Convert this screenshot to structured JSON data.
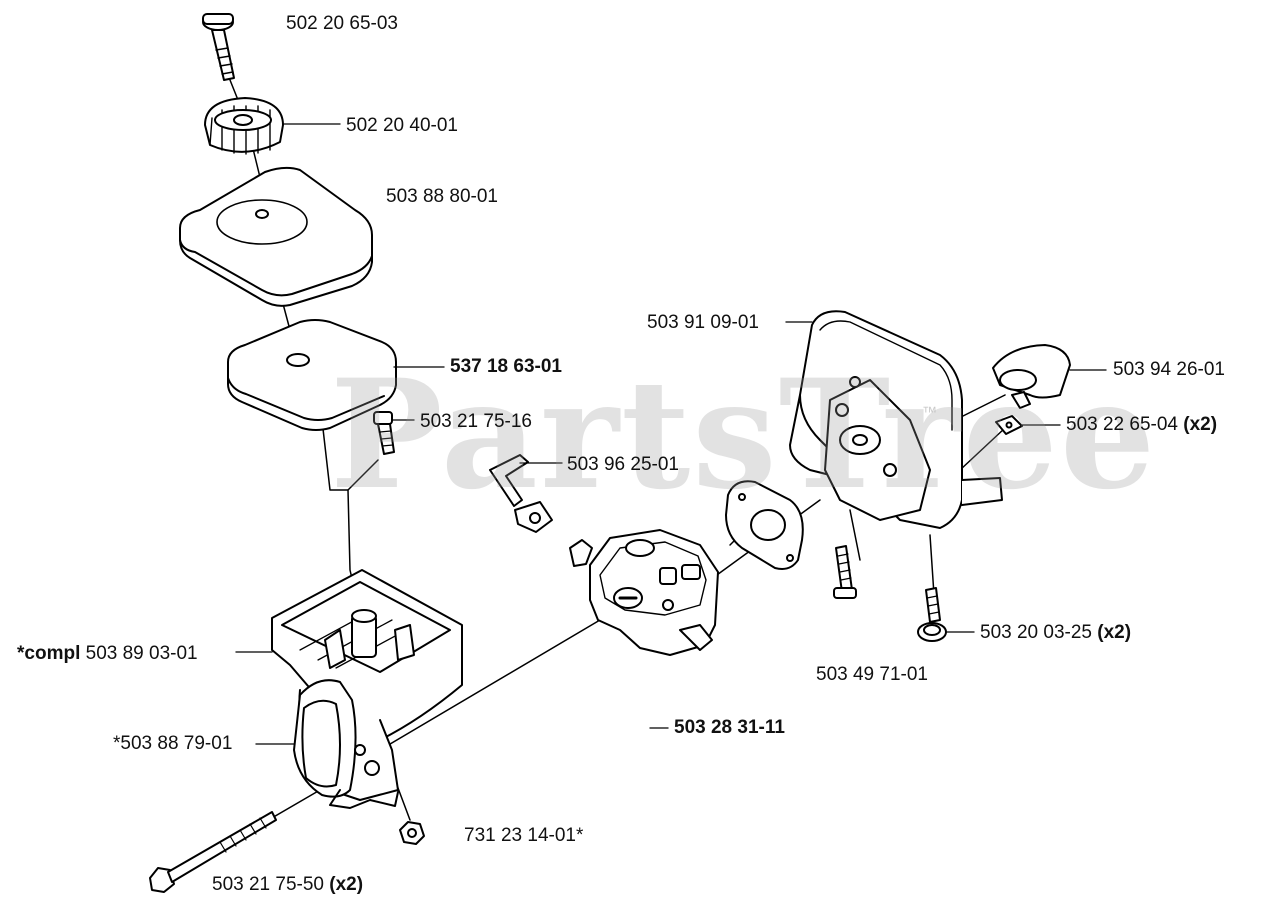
{
  "watermark": {
    "text": "PartsTree",
    "tm": "™"
  },
  "labels": {
    "p1": {
      "text": "502 20 65-03"
    },
    "p2": {
      "text": "502 20 40-01"
    },
    "p3": {
      "text": "503 88 80-01"
    },
    "p4": {
      "text": "537 18 63-01"
    },
    "p5": {
      "text": "503 21 75-16"
    },
    "p6": {
      "text": "503 96 25-01"
    },
    "p7": {
      "prefix": "*compl",
      "text": " 503 89 03-01"
    },
    "p8": {
      "text": "*503 88 79-01"
    },
    "p9": {
      "text": "731 23 14-01*"
    },
    "p10": {
      "text": "503 21 75-50 ",
      "suffix": "(x2)"
    },
    "p11": {
      "text": "503 28 31-11"
    },
    "p12": {
      "text": "503 91 09-01"
    },
    "p13": {
      "text": "503 94 26-01"
    },
    "p14": {
      "text": "503 22 65-04 ",
      "suffix": "(x2)"
    },
    "p15": {
      "text": "503 20 03-25 ",
      "suffix": "(x2)"
    },
    "p16": {
      "text": "503 49 71-01"
    }
  },
  "colors": {
    "line": "#000000",
    "fill": "#ffffff",
    "watermark": "#969696"
  }
}
